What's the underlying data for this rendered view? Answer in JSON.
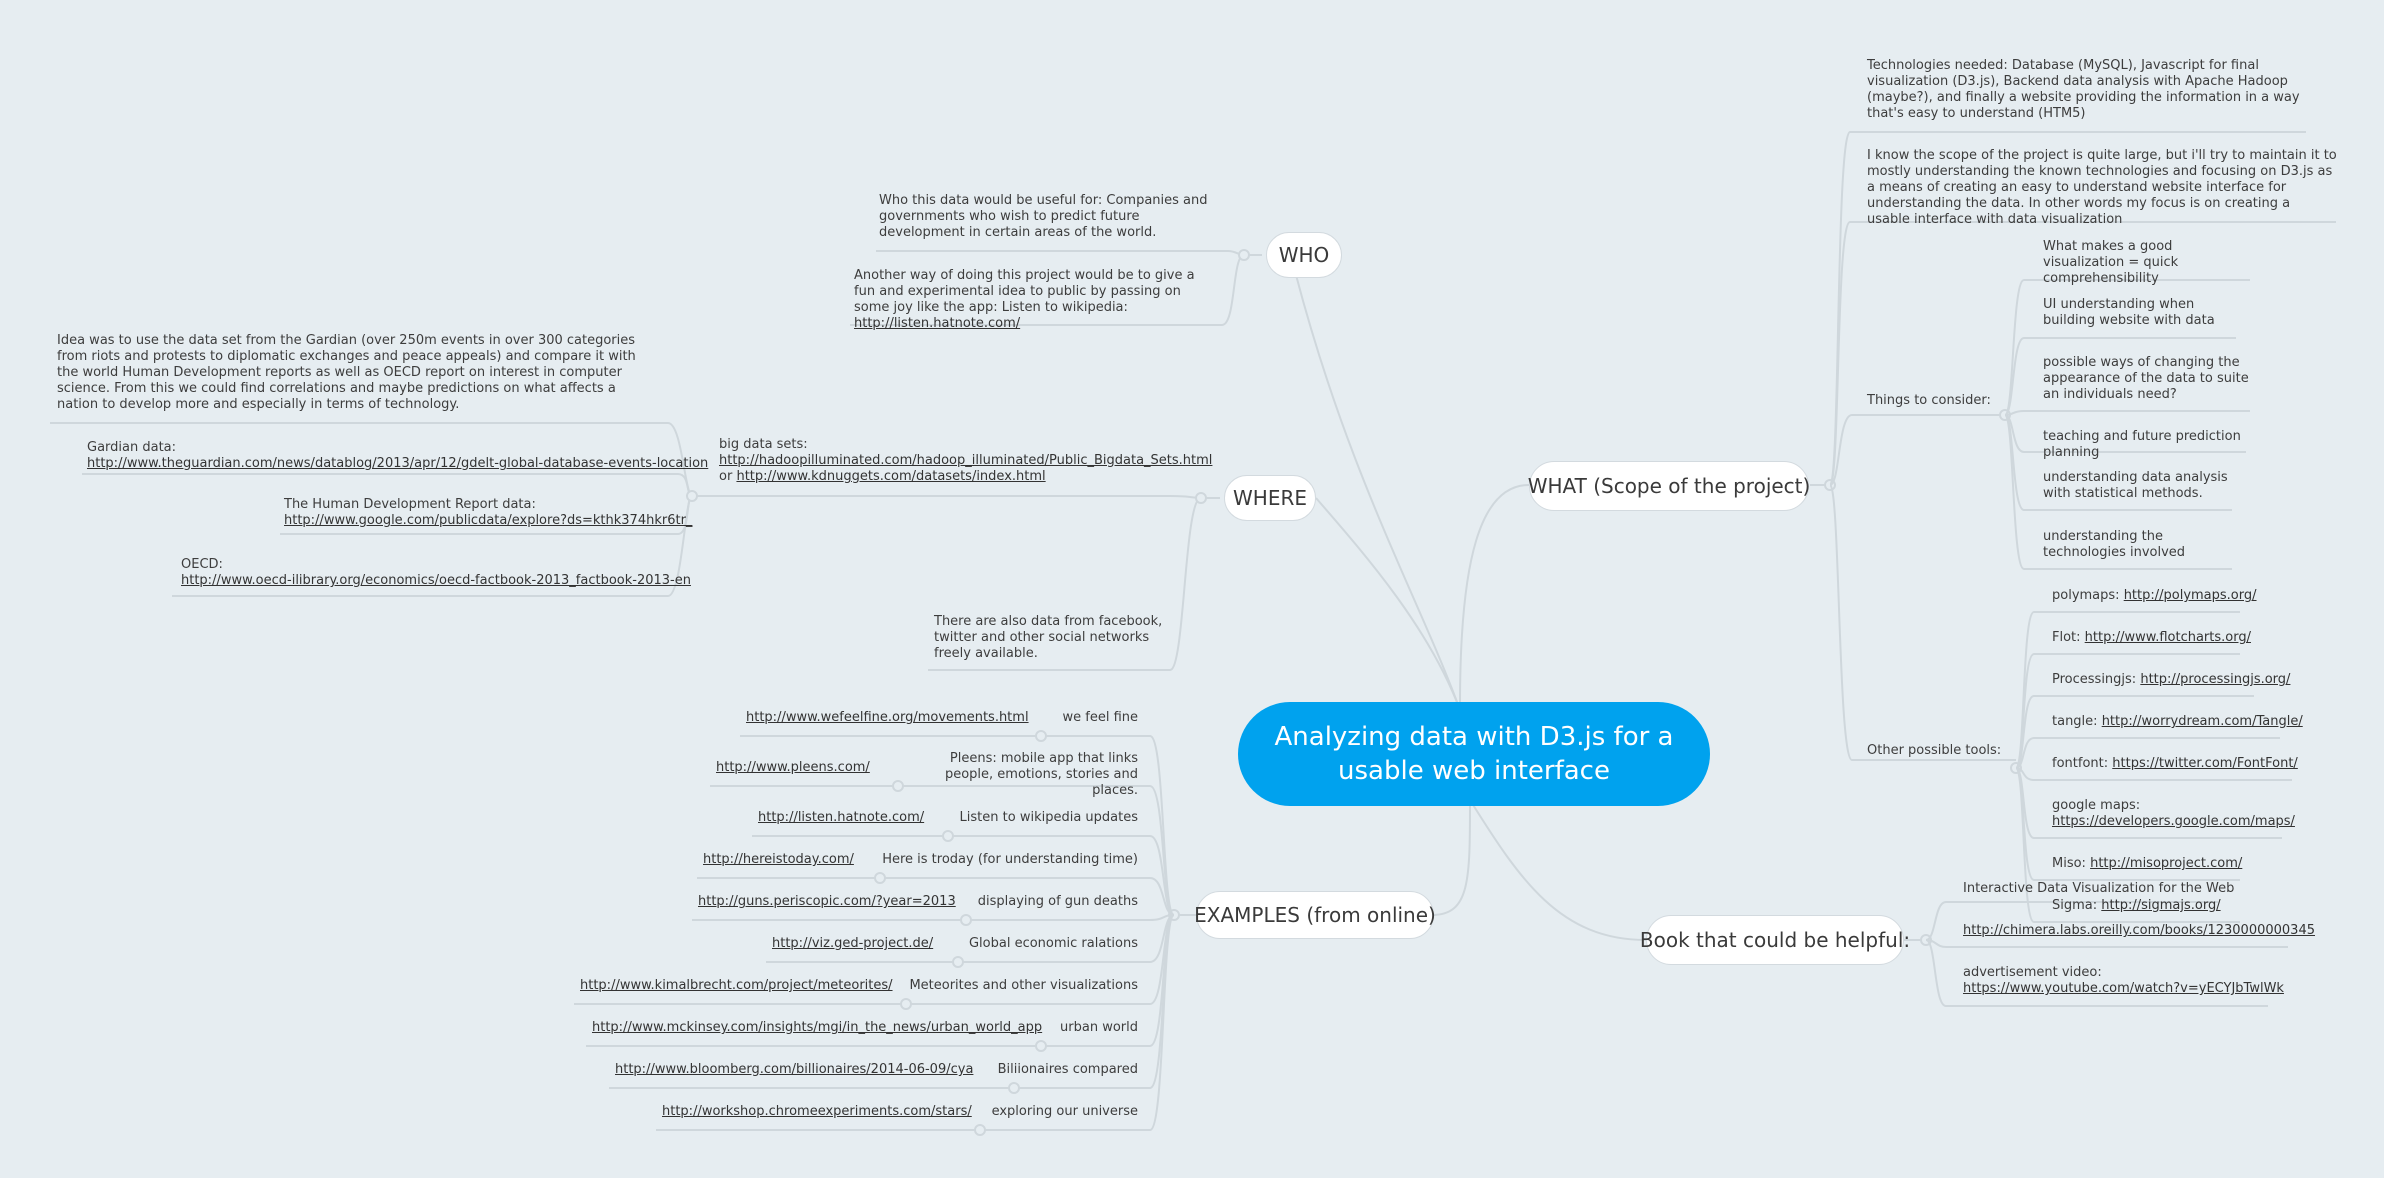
{
  "central": "Analyzing data with D3.js for a usable web interface",
  "who": {
    "title": "WHO",
    "items": [
      "Who this data would be useful for: Companies and governments who wish to predict future development in certain areas of the world.",
      "Another way of doing this project would be to give a fun and experimental idea to public by passing on some joy like the app: Listen to wikipedia:"
    ],
    "link": "http://listen.hatnote.com/"
  },
  "where": {
    "title": "WHERE",
    "bigdata_label": "big data sets:",
    "bigdata_link1": "http://hadoopilluminated.com/hadoop_illuminated/Public_Bigdata_Sets.html",
    "bigdata_or": "or",
    "bigdata_link2": "http://www.kdnuggets.com/datasets/index.html",
    "idea": "Idea was to use the data set from the Gardian (over 250m events in over 300 categories from riots and protests to diplomatic exchanges and peace appeals) and compare it with the world Human Development reports as well as OECD report on interest in computer science. From this we could find correlations and maybe predictions on what affects a nation to develop more and especially in terms of technology.",
    "gardian_label": "Gardian data:",
    "gardian_link": "http://www.theguardian.com/news/datablog/2013/apr/12/gdelt-global-database-events-location",
    "hdr_label": "The Human Development Report data:",
    "hdr_link": "http://www.google.com/publicdata/explore?ds=kthk374hkr6tr_",
    "oecd_label": "OECD:",
    "oecd_link": "http://www.oecd-ilibrary.org/economics/oecd-factbook-2013_factbook-2013-en",
    "social": "There are also data from facebook, twitter and other social networks freely available."
  },
  "examples": {
    "title": "EXAMPLES (from online)",
    "items": [
      {
        "label": "we feel fine",
        "link": "http://www.wefeelfine.org/movements.html"
      },
      {
        "label": "Pleens: mobile app that links people, emotions, stories and places.",
        "link": "http://www.pleens.com/"
      },
      {
        "label": "Listen to wikipedia updates",
        "link": "http://listen.hatnote.com/"
      },
      {
        "label": "Here is troday (for understanding time)",
        "link": "http://hereistoday.com/"
      },
      {
        "label": "displaying of gun deaths",
        "link": "http://guns.periscopic.com/?year=2013"
      },
      {
        "label": "Global economic ralations",
        "link": "http://viz.ged-project.de/"
      },
      {
        "label": "Meteorites and other visualizations",
        "link": "http://www.kimalbrecht.com/project/meteorites/"
      },
      {
        "label": "urban world",
        "link": "http://www.mckinsey.com/insights/mgi/in_the_news/urban_world_app"
      },
      {
        "label": "Biliionaires compared",
        "link": "http://www.bloomberg.com/billionaires/2014-06-09/cya"
      },
      {
        "label": "exploring our universe",
        "link": "http://workshop.chromeexperiments.com/stars/"
      }
    ]
  },
  "what": {
    "title": "WHAT (Scope of the project)",
    "tech": "Technologies needed: Database (MySQL), Javascript for final visualization (D3.js), Backend data analysis with Apache Hadoop (maybe?), and finally a website providing the information in a way that's easy to understand (HTM5)",
    "scope": "I know the scope of the project is quite large, but i'll try to maintain it to mostly understanding the known technologies and focusing on D3.js as a means of creating an easy to understand website interface for understanding the data. In other words my focus is on creating a usable interface with data visualization",
    "consider_label": "Things to consider:",
    "consider": [
      "What makes a good visualization = quick comprehensibility",
      "UI understanding when building website with data",
      "possible ways of changing the appearance of the data to suite an individuals need?",
      "teaching and future prediction planning",
      "understanding data analysis with statistical methods.",
      "understanding the technologies involved"
    ],
    "tools_label": "Other possible tools:",
    "tools": [
      {
        "name": "polymaps:",
        "link": "http://polymaps.org/"
      },
      {
        "name": "Flot:",
        "link": "http://www.flotcharts.org/"
      },
      {
        "name": "Processingjs:",
        "link": "http://processingjs.org/"
      },
      {
        "name": "tangle:",
        "link": "http://worrydream.com/Tangle/"
      },
      {
        "name": "fontfont:",
        "link": "https://twitter.com/FontFont/"
      },
      {
        "name": "google maps:",
        "link": "https://developers.google.com/maps/"
      },
      {
        "name": "Miso:",
        "link": "http://misoproject.com/"
      },
      {
        "name": "Sigma:",
        "link": "http://sigmajs.org/"
      }
    ]
  },
  "book": {
    "title": "Book that could be helpful:",
    "item1": "Interactive Data Visualization for the Web",
    "item2_link": "http://chimera.labs.oreilly.com/books/1230000000345",
    "item3_label": "advertisement video:",
    "item3_link": "https://www.youtube.com/watch?v=yECYJbTwlWk"
  }
}
